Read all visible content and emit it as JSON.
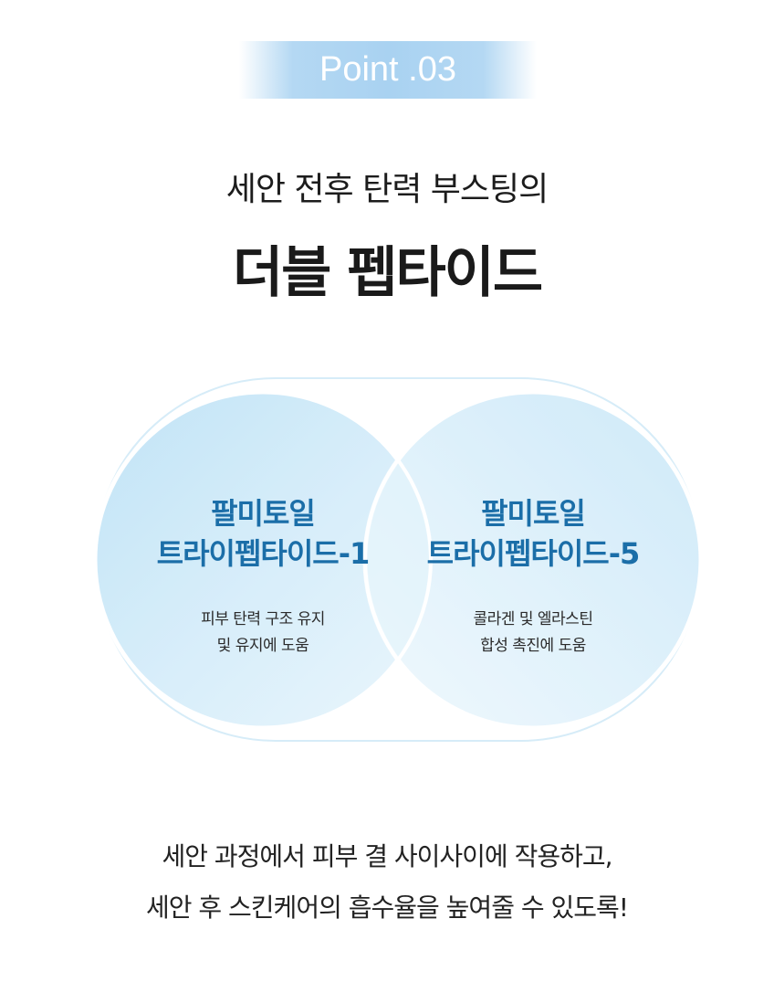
{
  "badge": {
    "label": "Point .03"
  },
  "heading": {
    "subtitle": "세안 전후 탄력 부스팅의",
    "title": "더블 펩타이드"
  },
  "ingredients": [
    {
      "name_line1": "팔미토일",
      "name_line2": "트라이펩타이드-1",
      "desc_line1": "피부 탄력 구조 유지",
      "desc_line2": "및 유지에 도움"
    },
    {
      "name_line1": "팔미토일",
      "name_line2": "트라이펩타이드-5",
      "desc_line1": "콜라겐 및 엘라스틴",
      "desc_line2": "합성 촉진에 도움"
    }
  ],
  "footer": {
    "line1": "세안 과정에서 피부 결 사이사이에 작용하고,",
    "line2": "세안 후 스킨케어의 흡수율을 높여줄 수 있도록!"
  },
  "colors": {
    "accent": "#1b6ea8",
    "badge_bg": "#a9d2f1",
    "circle_fill": "#cfe9f8"
  }
}
